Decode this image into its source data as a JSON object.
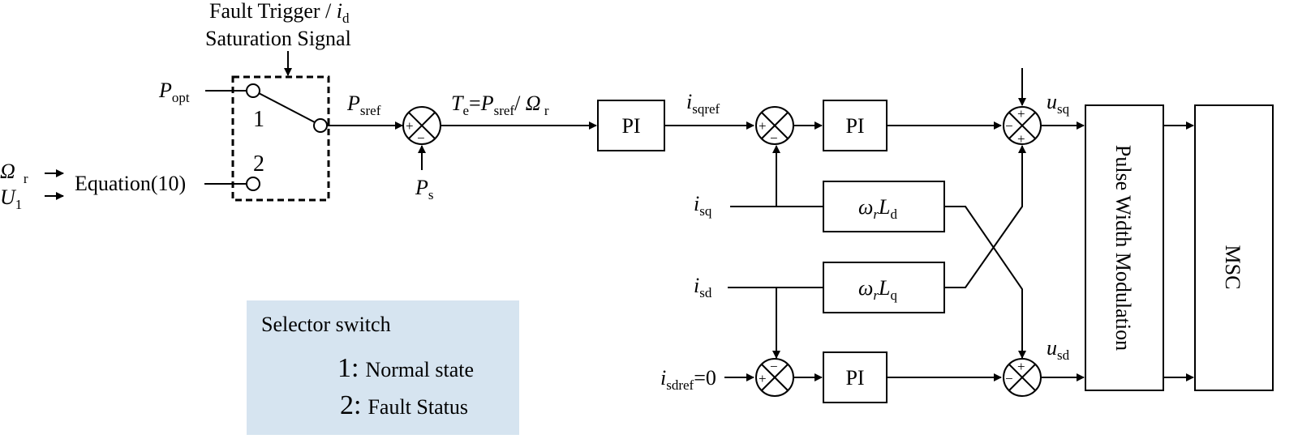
{
  "trigger": {
    "line1": "Fault Trigger / ",
    "line1_var": "i",
    "line1_sub": "d",
    "line2": "Saturation Signal"
  },
  "inputs": {
    "p_opt": "P",
    "p_opt_sub": "opt",
    "omega_r": "Ω",
    "omega_r_sub": "r",
    "u1": "U",
    "u1_sub": "1",
    "equation": "Equation(10)",
    "pos1": "1",
    "pos2": "2"
  },
  "signals": {
    "p_sref": "P",
    "p_sref_sub": "sref",
    "te_formula": {
      "t": "T",
      "t_sub": "e",
      "eq": "=",
      "p": "P",
      "p_sub": "sref",
      "slash": "/ ",
      "omega": "Ω",
      "omega_sub": " r"
    },
    "p_s": "P",
    "p_s_sub": "s",
    "i_sqref": "i",
    "i_sqref_sub": "sqref",
    "i_sq": "i",
    "i_sq_sub": "sq",
    "i_sd": "i",
    "i_sd_sub": "sd",
    "i_sdref": "i",
    "i_sdref_sub": "sdref",
    "i_sdref_val": "=0",
    "u_sq": "u",
    "u_sq_sub": "sq",
    "u_sd": "u",
    "u_sd_sub": "sd"
  },
  "blocks": {
    "pi": "PI",
    "wr_ld": {
      "w": "ω",
      "w_sub": "r",
      "l": "L",
      "l_sub": "d"
    },
    "wr_lq": {
      "w": "ω",
      "w_sub": "r",
      "l": "L",
      "l_sub": "q"
    },
    "pwm": "Pulse Width Modulation",
    "msc": "MSC"
  },
  "signs": {
    "plus": "+",
    "minus": "−"
  },
  "legend": {
    "title": "Selector switch",
    "item1_num": "1:",
    "item1_text": "Normal state",
    "item2_num": "2:",
    "item2_text": "Fault Status"
  },
  "colors": {
    "legend_bg": "#d6e4f0"
  }
}
